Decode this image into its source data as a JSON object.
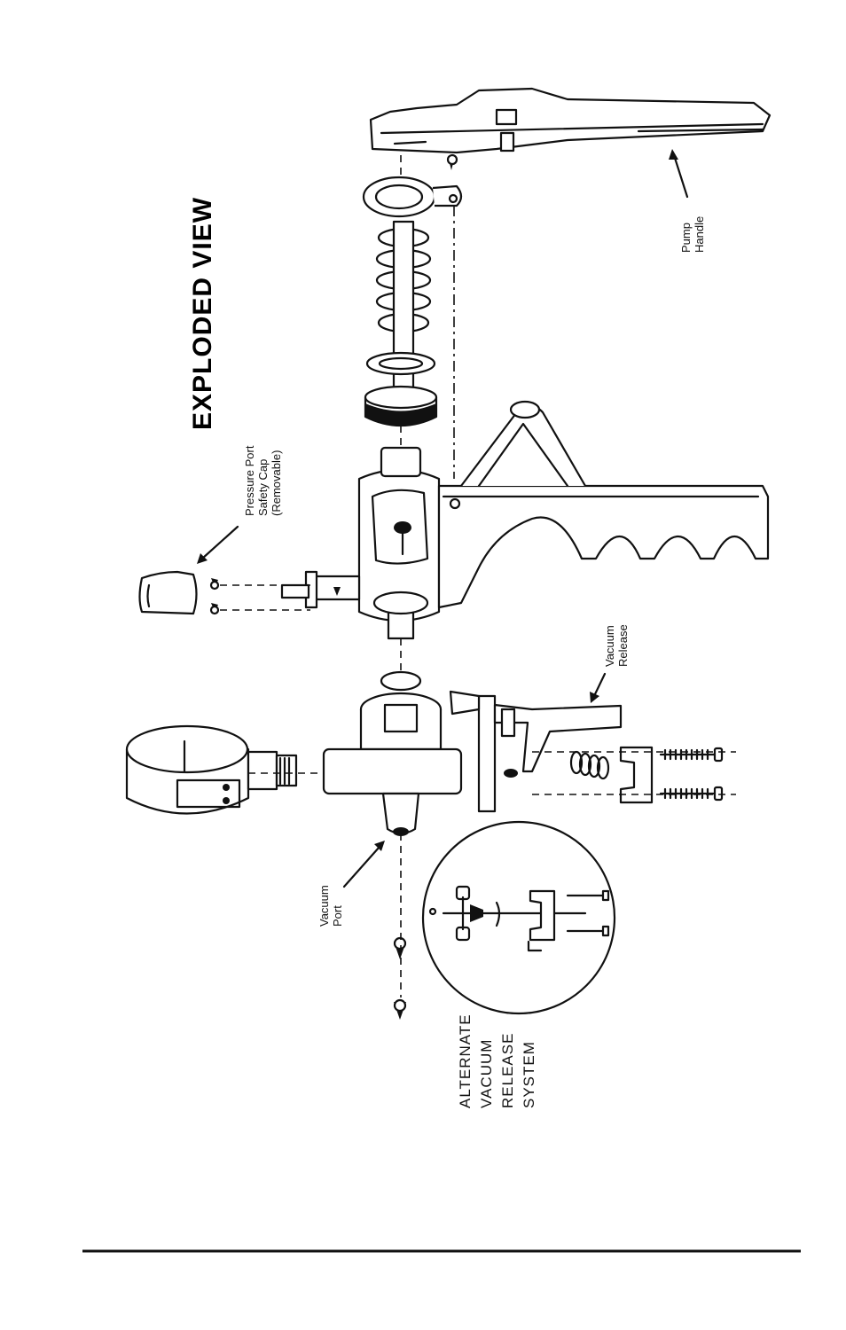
{
  "diagram": {
    "title": "EXPLODED VIEW",
    "labels": {
      "pressure_port_line1": "Pressure Port",
      "pressure_port_line2": "Safety Cap",
      "pressure_port_line3": "(Removable)",
      "pump_handle_line1": "Pump",
      "pump_handle_line2": "Handle",
      "vacuum_release_line1": "Vacuum",
      "vacuum_release_line2": "Release",
      "vacuum_port_line1": "Vacuum",
      "vacuum_port_line2": "Port",
      "alternate_line1": "ALTERNATE",
      "alternate_line2": "VACUUM",
      "alternate_line3": "RELEASE",
      "alternate_line4": "SYSTEM"
    },
    "colors": {
      "ink": "#111111",
      "paper": "#ffffff"
    }
  }
}
